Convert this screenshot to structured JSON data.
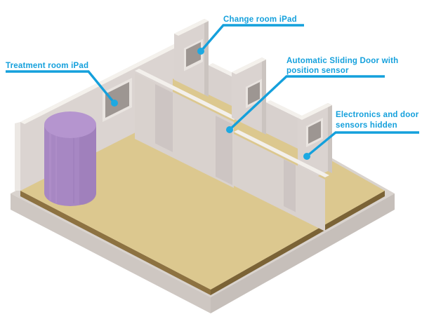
{
  "diagram": {
    "labels": {
      "treatment": {
        "text": "Treatment room iPad"
      },
      "change": {
        "text": "Change room iPad"
      },
      "sliding_door": {
        "line1": "Automatic Sliding Door with",
        "line2": "position sensor"
      },
      "electronics": {
        "line1": "Electronics and door",
        "line2": "sensors hidden"
      }
    },
    "colors": {
      "accent": "#14A0DC",
      "floor": "#DCC88F",
      "floor_edge_front": "#8D7241",
      "floor_edge_side": "#7B6336",
      "base_slab": "#CEC7C2",
      "wall": "#DBD4D1",
      "wall_top": "#F4F1EC",
      "door_panel": "#CDC5C3",
      "ipad_screen": "#9D9692",
      "tank_body": "#A787C3",
      "tank_top": "#B595CF"
    }
  }
}
